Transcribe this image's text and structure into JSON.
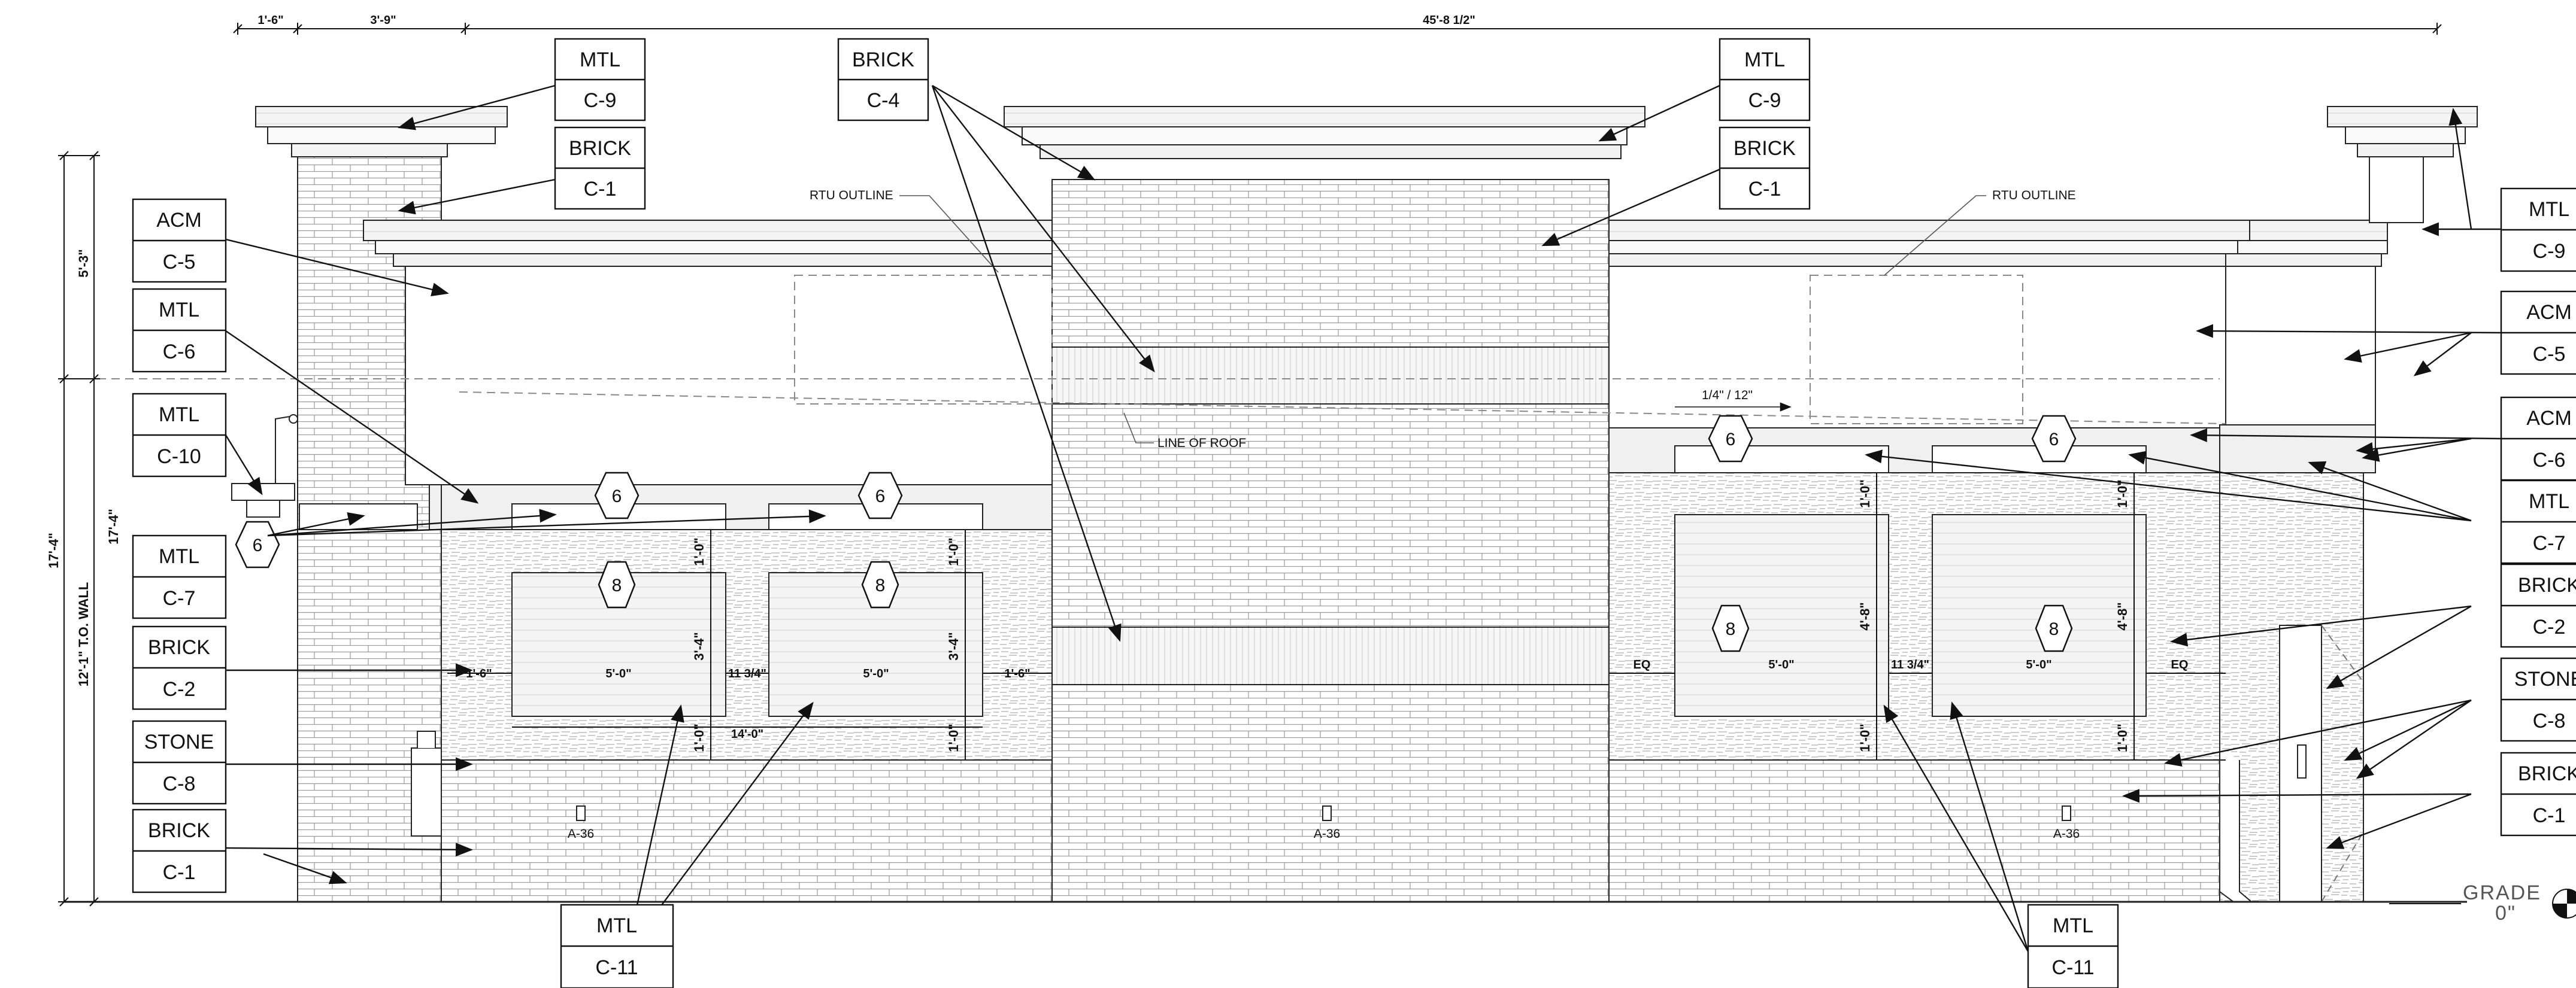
{
  "tags": [
    {
      "material": "MTL",
      "code": "C-9"
    },
    {
      "material": "BRICK",
      "code": "C-1"
    },
    {
      "material": "BRICK",
      "code": "C-4"
    },
    {
      "material": "MTL",
      "code": "C-9"
    },
    {
      "material": "BRICK",
      "code": "C-1"
    },
    {
      "material": "ACM",
      "code": "C-5"
    },
    {
      "material": "MTL",
      "code": "C-6"
    },
    {
      "material": "MTL",
      "code": "C-10"
    },
    {
      "material": "MTL",
      "code": "C-7"
    },
    {
      "material": "BRICK",
      "code": "C-2"
    },
    {
      "material": "STONE",
      "code": "C-8"
    },
    {
      "material": "BRICK",
      "code": "C-1"
    },
    {
      "material": "MTL",
      "code": "C-11"
    },
    {
      "material": "MTL",
      "code": "C-11"
    },
    {
      "material": "MTL",
      "code": "C-9"
    },
    {
      "material": "ACM",
      "code": "C-5"
    },
    {
      "material": "ACM",
      "code": "C-6"
    },
    {
      "material": "MTL",
      "code": "C-7"
    },
    {
      "material": "BRICK",
      "code": "C-2"
    },
    {
      "material": "STONE",
      "code": "C-8"
    },
    {
      "material": "BRICK",
      "code": "C-1"
    }
  ],
  "dimensions": {
    "top_left_a": "1'-6\"",
    "top_left_b": "3'-9\"",
    "overall": "45'-8 1/2\"",
    "height_total": "17'-4\"",
    "height_total_2": "17'-4\"",
    "parapet": "5'-3\"",
    "to_wall": "12'-1\" T.O. WALL",
    "w1_left_edge": "1'-6\"",
    "w1_width": "5'-0\"",
    "w_gap": "11 3/4\"",
    "w2_width": "5'-0\"",
    "w2_right_edge": "1'-6\"",
    "group_width": "14'-0\"",
    "w_height": "3'-4\"",
    "w_height_2": "3'-4\"",
    "head": "1'-0\"",
    "head_2": "1'-0\"",
    "sill": "1'-0\"",
    "sill_2": "1'-0\"",
    "r_eq_left": "EQ",
    "r_w1_width": "5'-0\"",
    "r_gap": "11 3/4\"",
    "r_w2_width": "5'-0\"",
    "r_eq_right": "EQ",
    "r_w_height": "4'-8\"",
    "r_w_height_2": "4'-8\"",
    "r_head": "1'-0\"",
    "r_head_2": "1'-0\"",
    "r_sill": "1'-0\"",
    "r_sill_2": "1'-0\""
  },
  "notes": {
    "rtu_outline_left": "RTU OUTLINE",
    "rtu_outline_right": "RTU OUTLINE",
    "line_of_roof": "LINE OF ROOF",
    "roof_slope": "1/4\" / 12\"",
    "grade": "GRADE",
    "grade_elev": "0\""
  },
  "hex_tags": [
    "6",
    "6",
    "6",
    "6",
    "6",
    "8",
    "8",
    "8",
    "8"
  ],
  "detail_refs": [
    "A-36",
    "A-36",
    "A-36"
  ]
}
